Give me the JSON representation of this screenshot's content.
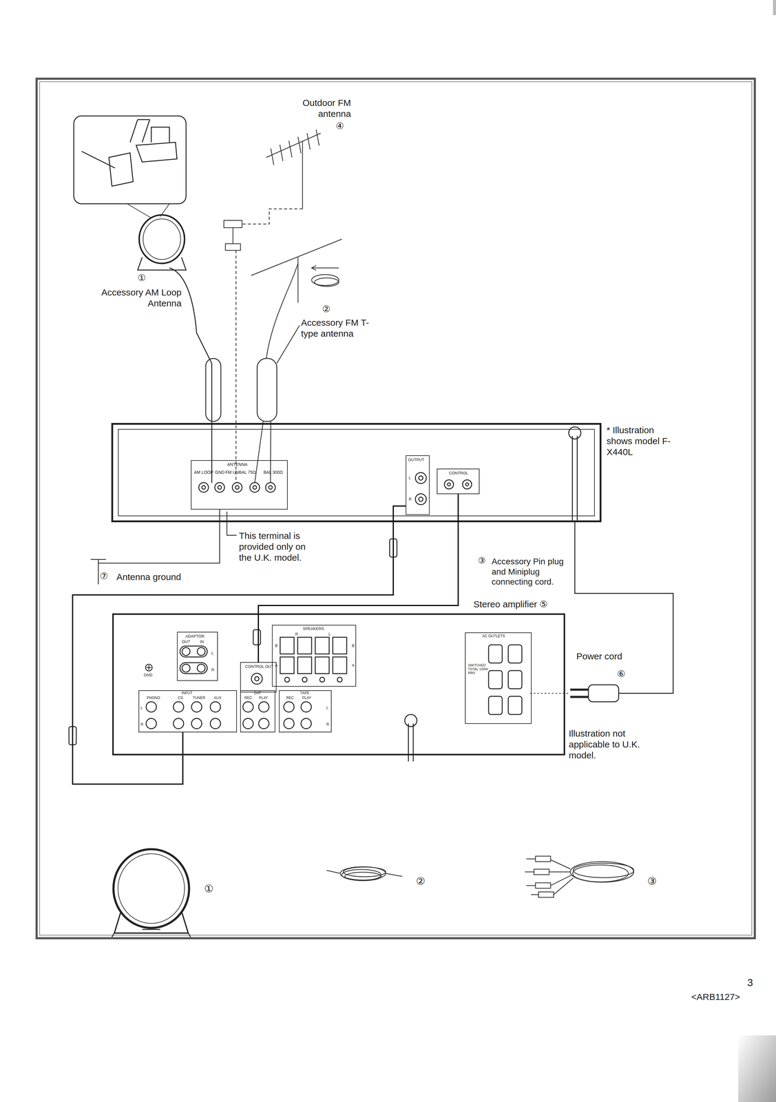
{
  "diagram": {
    "nodes": [
      {
        "text": [
          "ANTENNA",
          "AM LOOP",
          "GND",
          "FM UNBAL 75Ω",
          "BAL 300Ω"
        ]
      },
      {
        "text": [
          "OUTPUT",
          "L",
          "R"
        ]
      },
      {
        "text": [
          "CONTROL"
        ]
      },
      {
        "text": [
          "Stereo amplifier ⑤"
        ]
      },
      {
        "text": [
          "ADAPTOR",
          "OUT",
          "IN",
          "L",
          "R"
        ],
        "in": 3
      },
      {
        "text": [
          "CONTROL OUT"
        ],
        "in": 3
      },
      {
        "text": [
          "SPEAKERS",
          "R",
          "L",
          "B",
          "A",
          "B",
          "A"
        ],
        "in": 3
      },
      {
        "text": [
          "INPUT",
          "PHONO",
          "CD",
          "TUNER",
          "AUX",
          "L",
          "R"
        ],
        "in": 3
      },
      {
        "text": [
          "DAT",
          "REC",
          "PLAY"
        ],
        "in": 3
      },
      {
        "text": [
          "TAPE",
          "REC",
          "PLAY",
          "L",
          "R"
        ],
        "in": 3
      },
      {
        "text": [
          "AC OUTLETS",
          "SWITCHED TOTAL 100W MAX"
        ],
        "in": 3
      }
    ],
    "edges": [
      {
        "from": 1,
        "to": 7,
        "arrow": "none"
      },
      {
        "from": 2,
        "to": 5,
        "arrow": "none"
      }
    ],
    "labels": [
      "Outdoor FM antenna",
      "④",
      "①",
      "Accessory AM Loop Antenna",
      "②",
      "Accessory FM T-type antenna",
      "* Illustration shows model F-X440L",
      "This terminal is provided only on the U.K. model.",
      "⑦",
      "Antenna ground",
      "③",
      "Accessory Pin plug and Miniplug connecting cord.",
      "Power cord",
      "⑥",
      "Illustration not applicable to U.K. model.",
      "GND",
      "①",
      "②",
      "③",
      "3",
      "<ARB1127>"
    ]
  }
}
